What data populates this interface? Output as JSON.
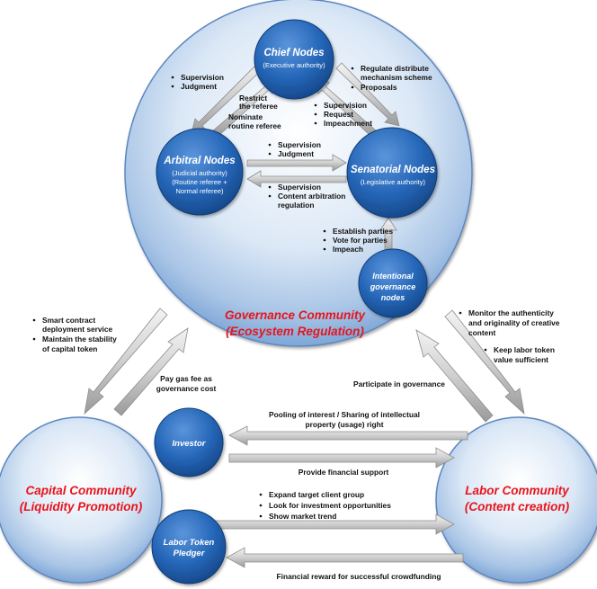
{
  "communities": {
    "governance": {
      "line1": "Governance Community",
      "line2": "(Ecosystem Regulation)"
    },
    "capital": {
      "line1": "Capital Community",
      "line2": "(Liquidity Promotion)"
    },
    "labor": {
      "line1": "Labor Community",
      "line2": "(Content creation)"
    }
  },
  "nodes": {
    "chief": {
      "title": "Chief Nodes",
      "sub1": "(Executive authority)"
    },
    "arbitral": {
      "title": "Arbitral Nodes",
      "sub1": "(Judicial authority)",
      "sub2": "(Routine referee +",
      "sub3": "Normal referee)"
    },
    "senatorial": {
      "title": "Senatorial Nodes",
      "sub1": "(Legislative authority)"
    },
    "intentional": {
      "line1": "Intentional",
      "line2": "governance",
      "line3": "nodes"
    },
    "investor": {
      "title": "Investor"
    },
    "pledger": {
      "line1": "Labor Token",
      "line2": "Pledger"
    }
  },
  "labels": {
    "chief_to_arb_bullets": [
      "Supervision",
      "Judgment"
    ],
    "restrict": [
      "Restrict",
      "the referee"
    ],
    "nominate": [
      "Nominate",
      "routine referee"
    ],
    "chief_to_sen_bullets": [
      "Regulate distribute",
      "mechanism scheme",
      "Proposals"
    ],
    "sen_to_chief_bullets": [
      "Supervision",
      "Request",
      "Impeachment"
    ],
    "arb_to_sen_bullets": [
      "Supervision",
      "Judgment"
    ],
    "sen_to_arb_bullets": [
      "Supervision",
      "Content arbitration",
      "regulation"
    ],
    "intentional_bullets": [
      "Establish parties",
      "Vote for parties",
      "Impeach"
    ],
    "gov_to_capital_bullets": [
      "Smart contract",
      "deployment service",
      "Maintain the stability",
      "of capital token"
    ],
    "gas_fee": [
      "Pay gas fee as",
      "governance cost"
    ],
    "participate": "Participate in governance",
    "gov_to_labor_bullets": [
      "Monitor the authenticity",
      "and originality of creative",
      "content",
      "Keep labor token",
      "value sufficient"
    ],
    "pooling": [
      "Pooling of interest / Sharing of intellectual",
      "property (usage) right"
    ],
    "financial_support": "Provide financial support",
    "labor_to_capital_bullets": [
      "Expand target client group",
      "Look for investment opportunities",
      "Show market trend"
    ],
    "financial_reward": "Financial reward for successful crowdfunding"
  },
  "colors": {
    "title_red": "#e8141c",
    "node_blue": "#1f63b5",
    "arrow_grey": "#bcbcbc"
  }
}
